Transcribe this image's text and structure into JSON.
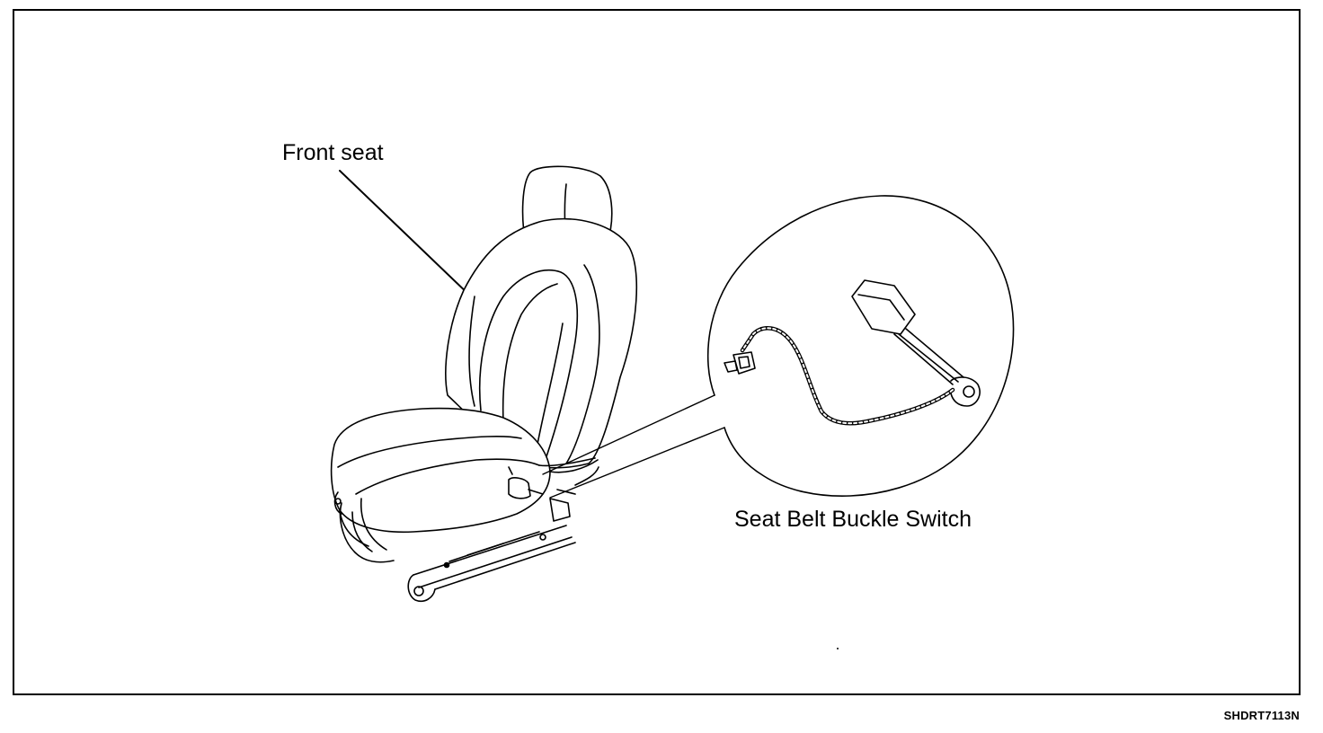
{
  "diagram": {
    "labels": {
      "front_seat": "Front seat",
      "buckle_switch": "Seat Belt Buckle Switch"
    },
    "figure_code": "SHDRT7113N",
    "line_color": "#000000",
    "background_color": "#ffffff"
  }
}
